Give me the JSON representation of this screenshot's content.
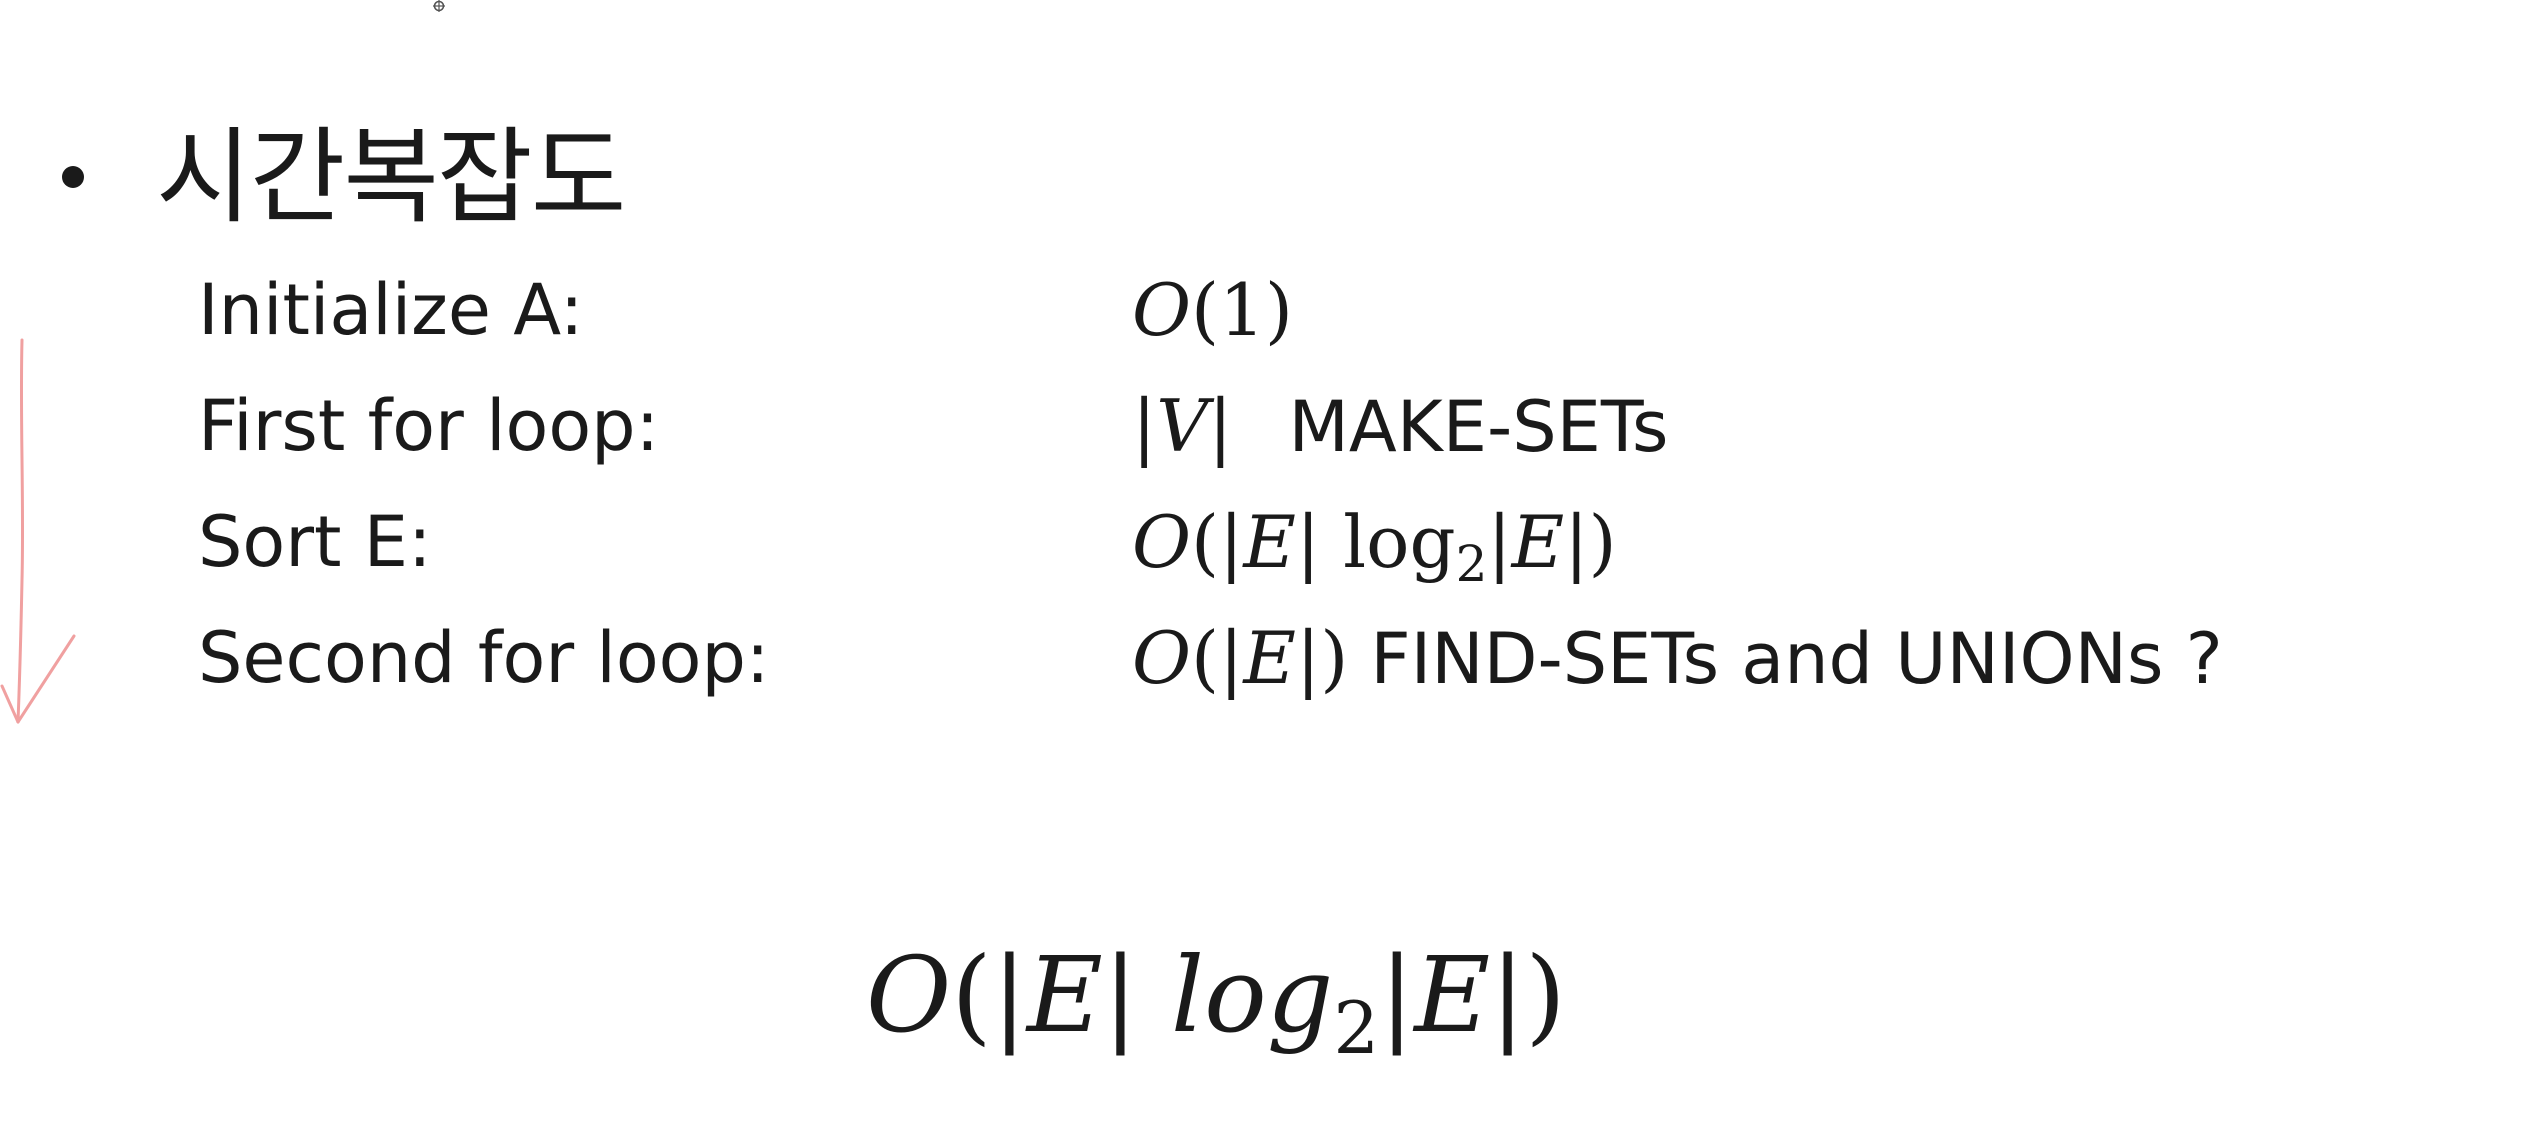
{
  "slide": {
    "heading": "시간복잡도",
    "steps": [
      {
        "label": "Initialize A:",
        "value_parts": [
          "O",
          "(1)"
        ]
      },
      {
        "label": "First for loop:",
        "value_parts": [
          "|",
          "V",
          "|",
          "MAKE-SETs"
        ]
      },
      {
        "label": "Sort E:",
        "value_parts": [
          "O",
          "(|",
          "E",
          "| log",
          "2",
          "|",
          "E",
          "|)"
        ]
      },
      {
        "label": "Second for loop:",
        "value_parts": [
          "O",
          "(|",
          "E",
          "|)",
          "FIND-SETs and UNIONs ?"
        ]
      }
    ],
    "result_parts": [
      "O",
      "(|",
      "E",
      "| ",
      "log",
      "2",
      "|",
      "E",
      "|)"
    ]
  },
  "annotation": {
    "pen_color": "#f0a0a0",
    "icon": "arrow-down-icon"
  },
  "cursor": {
    "icon": "pointer-cursor-icon"
  }
}
